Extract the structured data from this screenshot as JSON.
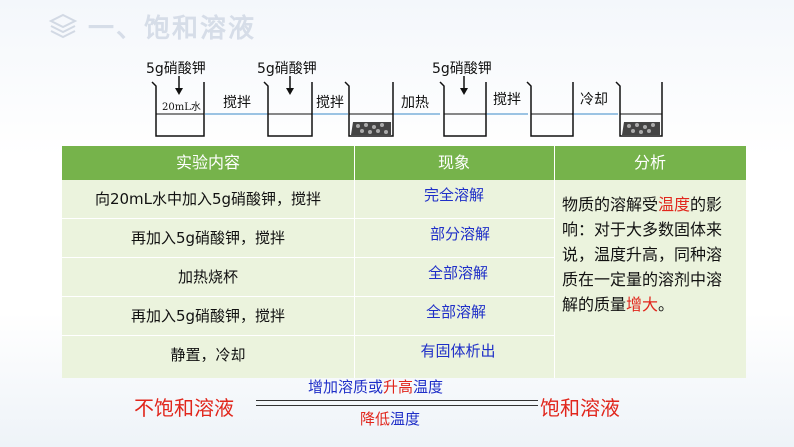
{
  "title": {
    "text": "一、饱和溶液"
  },
  "experiment": {
    "add_labels": [
      "5g硝酸钾",
      "5g硝酸钾",
      "5g硝酸钾"
    ],
    "water_label": "20mL水",
    "step_labels": [
      "搅拌",
      "搅拌",
      "加热",
      "搅拌",
      "冷却"
    ]
  },
  "table": {
    "headers": [
      "实验内容",
      "现象",
      "分析"
    ],
    "rows": [
      {
        "content": "向20mL水中加入5g硝酸钾，搅拌",
        "phenomenon": "完全溶解"
      },
      {
        "content": "再加入5g硝酸钾，搅拌",
        "phenomenon": "部分溶解"
      },
      {
        "content": "加热烧杯",
        "phenomenon": "全部溶解"
      },
      {
        "content": "再加入5g硝酸钾，搅拌",
        "phenomenon": "全部溶解"
      },
      {
        "content": "静置，冷却",
        "phenomenon": "有固体析出"
      }
    ],
    "analysis": {
      "p1": "物质的溶解受",
      "p2": "温度",
      "p3": "的影响：对于大多数固体来说，温度升高，同种溶质在一定量的溶剂中溶解的质量",
      "p4": "增大",
      "p5": "。"
    }
  },
  "conversion": {
    "left": "不饱和溶液",
    "right": "饱和溶液",
    "top_a": "增加溶质或",
    "top_b": "升高",
    "top_c": "温度",
    "bottom_a": "降低",
    "bottom_b": "温度"
  },
  "colors": {
    "header_green": "#76b34b",
    "row_bg": "#ebf3dd",
    "highlight_red": "#e1261c",
    "observation_blue": "#1f2fc8"
  }
}
